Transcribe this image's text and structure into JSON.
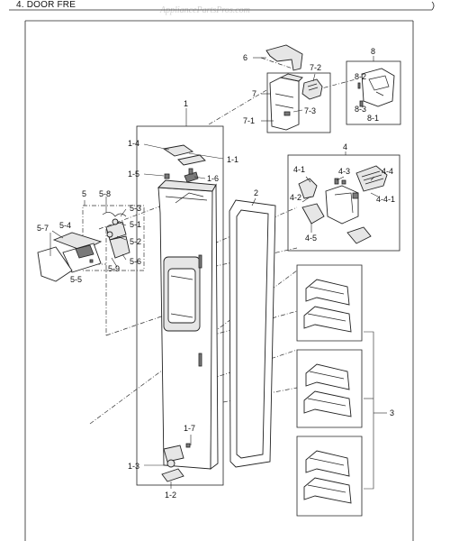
{
  "header": {
    "title": "4. DOOR FRE",
    "watermark": "AppliancePartsPros.com"
  },
  "labels": {
    "l1": "1",
    "l1_1": "1-1",
    "l1_2": "1-2",
    "l1_3": "1-3",
    "l1_4": "1-4",
    "l1_5": "1-5",
    "l1_6": "1-6",
    "l1_7": "1-7",
    "l2": "2",
    "l3": "3",
    "l4": "4",
    "l4_1": "4-1",
    "l4_2": "4-2",
    "l4_3": "4-3",
    "l4_4": "4-4",
    "l4_4_1": "4-4-1",
    "l4_5": "4-5",
    "l5": "5",
    "l5_1": "5-1",
    "l5_2": "5-2",
    "l5_3": "5-3",
    "l5_4": "5-4",
    "l5_5": "5-5",
    "l5_6": "5-6",
    "l5_7": "5-7",
    "l5_8": "5-8",
    "l5_9": "5-9",
    "l6": "6",
    "l7": "7",
    "l7_1": "7-1",
    "l7_2": "7-2",
    "l7_3": "7-3",
    "l8": "8",
    "l8_1": "8-1",
    "l8_2": "8-2",
    "l8_3": "8-3"
  }
}
